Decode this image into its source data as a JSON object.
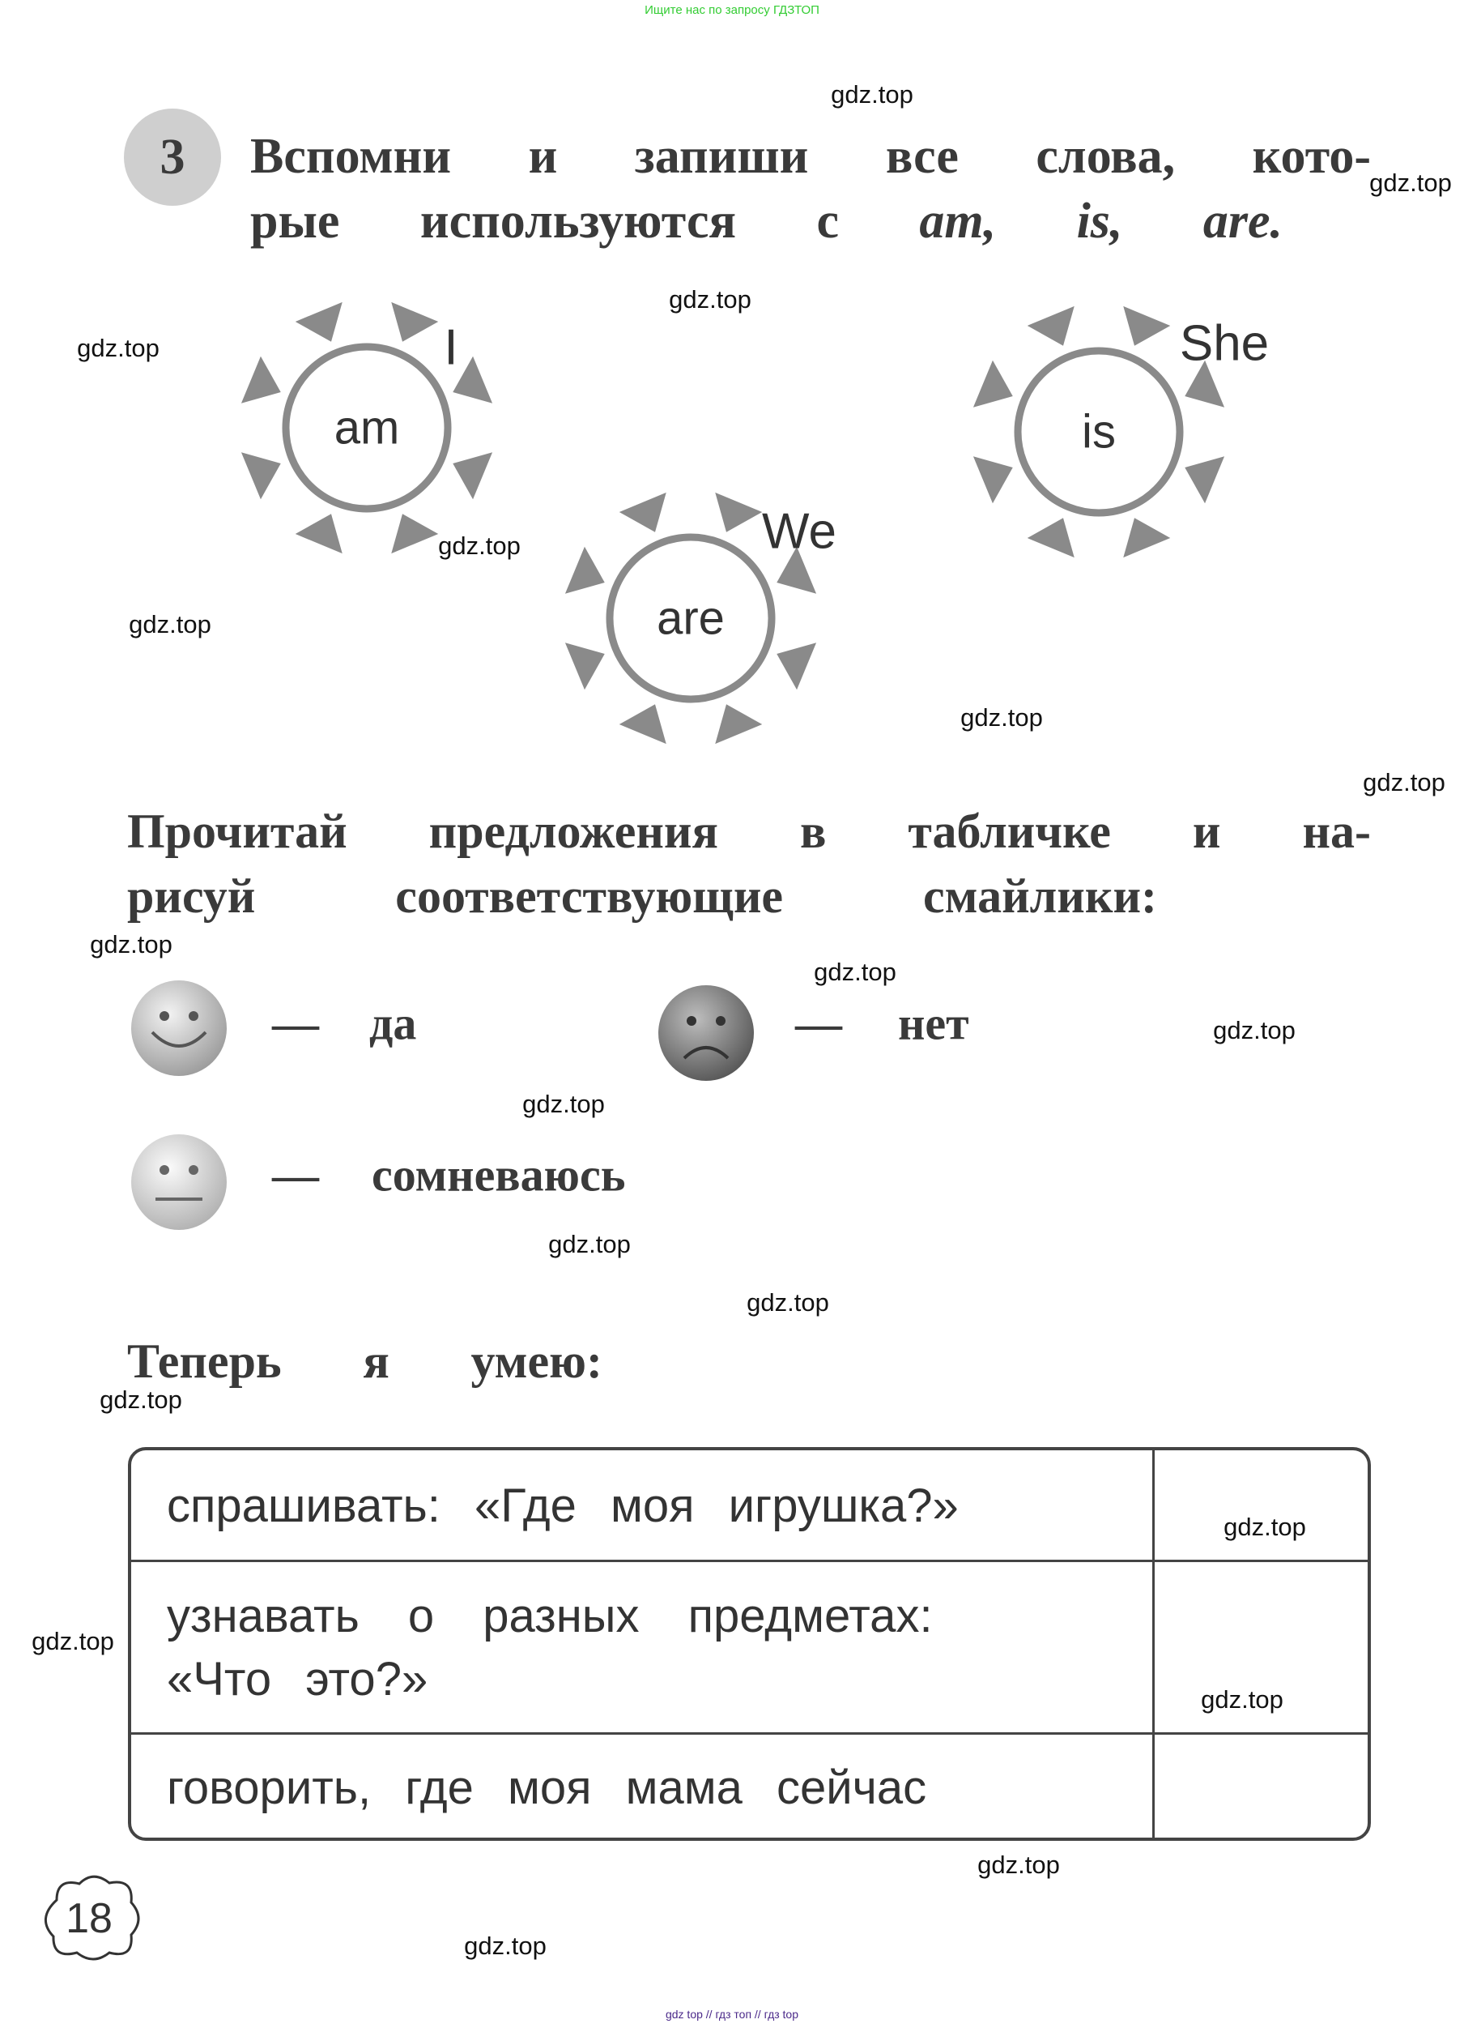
{
  "header_note": "Ищите нас по запросу ГДЗТОП",
  "footer_note": "gdz top  //  гдз топ  //  гдз top",
  "exercise": {
    "number": "3",
    "title_line1": "Вспомни и запиши все слова, кото-",
    "title_line2_prefix": "рые используются с",
    "title_line2_words": "am, is, are."
  },
  "suns": [
    {
      "verb": "am",
      "word": "I"
    },
    {
      "verb": "is",
      "word": "She"
    },
    {
      "verb": "are",
      "word": "We"
    }
  ],
  "smiley_section": {
    "heading_line1": "Прочитай предложения в табличке и на-",
    "heading_line2": "рисуй соответствующие смайлики:",
    "legend": [
      {
        "icon": "happy-face-icon",
        "dash": "—",
        "label": "да"
      },
      {
        "icon": "sad-face-icon",
        "dash": "—",
        "label": "нет"
      },
      {
        "icon": "neutral-face-icon",
        "dash": "—",
        "label": "сомневаюсь"
      }
    ]
  },
  "skills": {
    "heading": "Теперь я умею:",
    "rows": [
      {
        "line1": "спрашивать: «Где моя игрушка?»",
        "line2": ""
      },
      {
        "line1": "узнавать о разных предметах:",
        "line2": "«Что это?»"
      },
      {
        "line1": "говорить, где моя мама сейчас",
        "line2": ""
      }
    ]
  },
  "page_number": "18",
  "watermarks": [
    "gdz.top",
    "gdz.top",
    "gdz.top",
    "gdz.top",
    "gdz.top",
    "gdz.top",
    "gdz.top",
    "gdz.top",
    "gdz.top",
    "gdz.top",
    "gdz.top",
    "gdz.top",
    "gdz.top",
    "gdz.top",
    "gdz.top",
    "gdz.top",
    "gdz.top",
    "gdz.top",
    "gdz.top",
    "gdz.top"
  ],
  "colors": {
    "header_note": "#33cc33",
    "footer_note": "#4b2a8a",
    "sun_gray": "#8a8a8a"
  }
}
